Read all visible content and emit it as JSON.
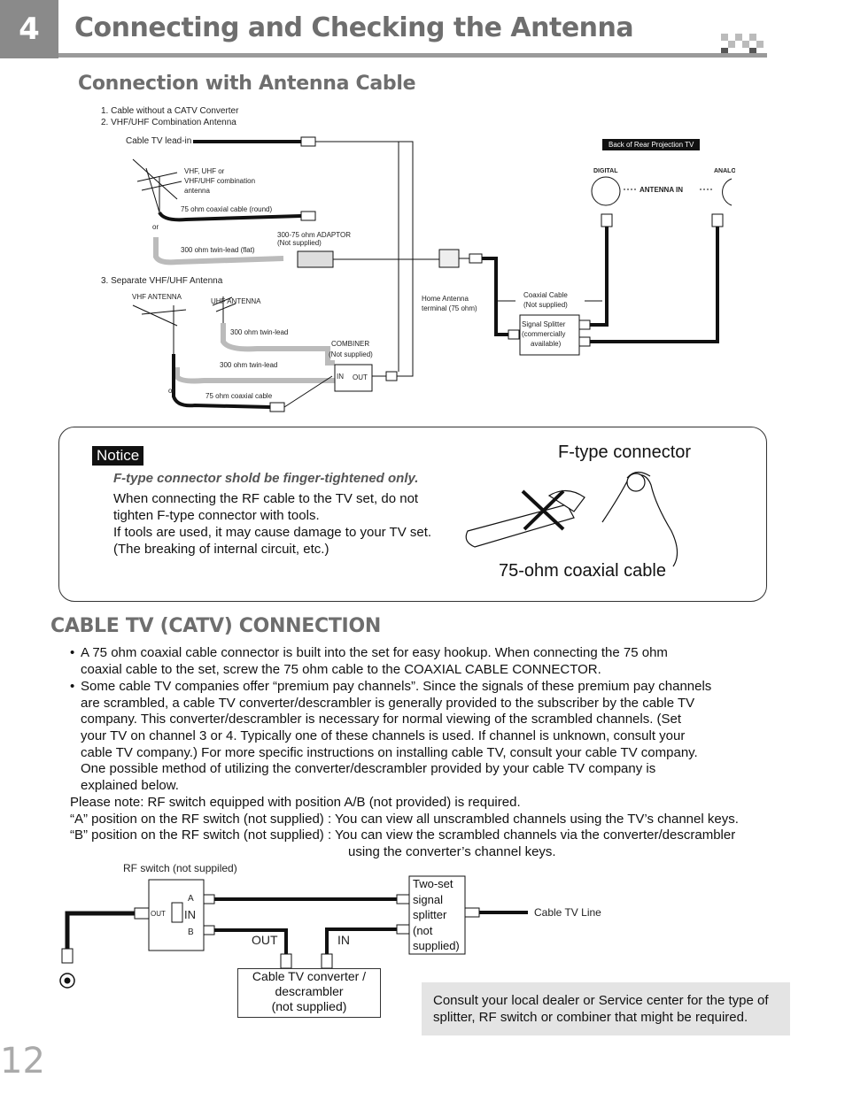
{
  "header": {
    "number": "4",
    "title": "Connecting and Checking the Antenna"
  },
  "section1": {
    "title": "Connection with Antenna Cable",
    "list_item_1": "1. Cable without a CATV Converter",
    "list_item_2": "2. VHF/UHF Combination Antenna",
    "list_item_3": "3. Separate VHF/UHF Antenna",
    "labels": {
      "cable_tv_lead_in": "Cable TV lead-in",
      "vhf_uhf_1": "VHF, UHF or",
      "vhf_uhf_2": "VHF/UHF combination",
      "vhf_uhf_3": "antenna",
      "coax_round": "75 ohm coaxial cable (round)",
      "or_1": "or",
      "twin_lead_flat": "300 ohm twin-lead (flat)",
      "adaptor_1": "300-75 ohm ADAPTOR",
      "adaptor_2": "(Not supplied)",
      "back_of_tv": "Back of Rear Projection TV",
      "digital": "DIGITAL",
      "analog": "ANALOG",
      "antenna_in": "ANTENNA IN",
      "home_terminal_1": "Home Antenna",
      "home_terminal_2": "terminal (75 ohm)",
      "coax_cable_1": "Coaxial Cable",
      "coax_cable_2": "(Not supplied)",
      "splitter_1": "Signal Splitter",
      "splitter_2": "(commercially",
      "splitter_3": "available)",
      "vhf_antenna": "VHF ANTENNA",
      "uhf_antenna": "UHF ANTENNA",
      "twin_lead_1": "300 ohm twin-lead",
      "twin_lead_2": "300 ohm twin-lead",
      "combiner_1": "COMBINER",
      "combiner_2": "(Not supplied)",
      "combiner_in": "IN",
      "combiner_out": "OUT",
      "or_2": "or",
      "coax_cable_75": "75 ohm coaxial cable"
    }
  },
  "notice": {
    "label": "Notice",
    "emphasis": "F-type connector shold be finger-tightened only.",
    "lines": [
      "When connecting the RF cable to the TV set, do not",
      "tighten F-type connector with tools.",
      "If tools are used, it may cause damage to your TV set.",
      "(The breaking of internal circuit, etc.)"
    ],
    "ftype_label": "F-type connector",
    "coax_label": "75-ohm coaxial cable"
  },
  "section2": {
    "title": "CABLE TV (CATV) CONNECTION",
    "bullet_char": "•",
    "bullet1": [
      "A 75 ohm coaxial cable connector is built into the set for easy hookup. When connecting the 75 ohm",
      "coaxial cable to the set, screw the 75 ohm cable to the COAXIAL CABLE CONNECTOR."
    ],
    "bullet2": [
      "Some cable TV companies offer “premium pay channels”. Since the signals of these premium pay channels",
      "are scrambled, a cable TV converter/descrambler is generally provided to the subscriber by the cable TV",
      "company. This converter/descrambler is necessary for normal viewing of the scrambled channels. (Set",
      "your TV on channel 3 or 4. Typically one of these channels is used. If channel is unknown, consult your",
      "cable TV company.) For more specific instructions on installing cable TV, consult your cable TV company.",
      "One possible method of utilizing the converter/descrambler provided by your cable TV company is",
      "explained below."
    ],
    "note_lines": [
      "Please note: RF switch equipped with position A/B (not provided) is required.",
      "“A” position on the RF switch (not supplied) : You can view all unscrambled channels using the TV’s channel keys.",
      "“B” position on the RF switch (not supplied) : You can view the scrambled channels via the converter/descrambler",
      "using the converter’s channel keys."
    ],
    "diagram": {
      "rf_switch": "RF switch (not suppiled)",
      "a": "A",
      "b": "B",
      "in": "IN",
      "out_small": "OUT",
      "out": "OUT",
      "in2": "IN",
      "splitter": [
        "Two-set",
        "signal",
        "splitter",
        "(not",
        "supplied)"
      ],
      "cable_tv_line": "Cable TV Line",
      "converter": [
        "Cable TV converter /",
        "descrambler",
        "(not supplied)"
      ]
    },
    "consult": [
      "Consult your local dealer or Service center for the type of",
      "splitter, RF switch or combiner that might be required."
    ]
  },
  "page_number": "12"
}
